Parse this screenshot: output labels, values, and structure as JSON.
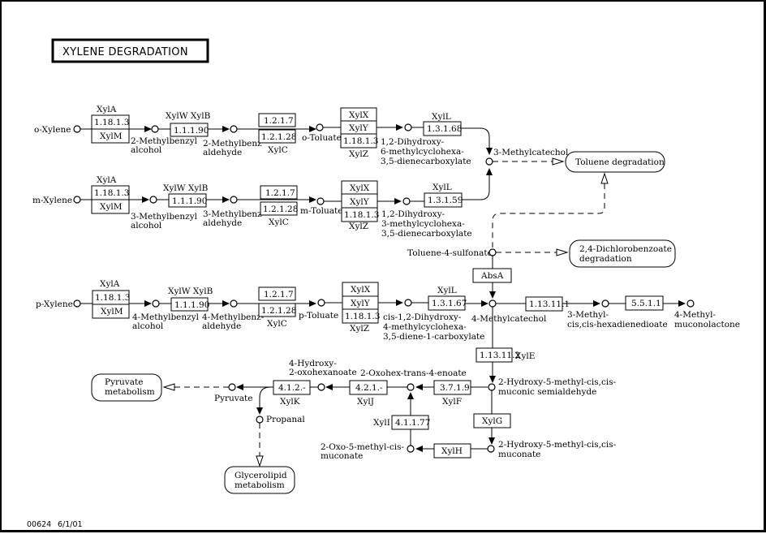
{
  "title": "XYLENE DEGRADATION",
  "footer": {
    "map_id": "00624",
    "date": "6/1/01"
  },
  "rows": {
    "o": {
      "substrate": "o-Xylene",
      "gene_top": "XylA",
      "ec1": "1.18.1.3",
      "gene_bottom": "XylM",
      "alcohol": [
        "2-Methylbenzyl",
        "alcohol"
      ],
      "genes2": "XylW XylB",
      "ec2": "1.1.1.90",
      "aldehyde": [
        "2-Methylbenz",
        "aldehyde"
      ],
      "ec3a": "1.2.1.7",
      "ec3b": "1.2.1.28",
      "gene3": "XylC",
      "toluate": "o-Toluate",
      "xylx": "XylX",
      "xyly": "XylY",
      "ec4": "1.18.1.3",
      "xylz": "XylZ",
      "diol": [
        "1,2-Dihydroxy-",
        "6-methylcyclohexa-",
        "3,5-dienecarboxylate"
      ],
      "gene5": "XylL",
      "ec5": "1.3.1.68"
    },
    "m": {
      "substrate": "m-Xylene",
      "gene_top": "XylA",
      "ec1": "1.18.1.3",
      "gene_bottom": "XylM",
      "alcohol": [
        "3-Methylbenzyl",
        "alcohol"
      ],
      "genes2": "XylW XylB",
      "ec2": "1.1.1.90",
      "aldehyde": [
        "3-Methylbenz-",
        "aldehyde"
      ],
      "ec3a": "1.2.1.7",
      "ec3b": "1.2.1.28",
      "gene3": "XylC",
      "toluate": "m-Toluate",
      "xylx": "XylX",
      "xyly": "XylY",
      "ec4": "1.18.1.3",
      "xylz": "XylZ",
      "diol": [
        "1,2-Dihydroxy-",
        "3-methylcyclohexa-",
        "3,5-dienecarboxylate"
      ],
      "gene5": "XylL",
      "ec5": "1.3.1.59"
    },
    "p": {
      "substrate": "p-Xylene",
      "gene_top": "XylA",
      "ec1": "1.18.1.3",
      "gene_bottom": "XylM",
      "alcohol": [
        "4-Methylbenzyl",
        "alcohol"
      ],
      "genes2": "XylW XylB",
      "ec2": "1.1.1.90",
      "aldehyde": [
        "4-Methylbenz-",
        "aldehyde"
      ],
      "ec3a": "1.2.1.7",
      "ec3b": "1.2.1.28",
      "gene3": "XylC",
      "toluate": "p-Toluate",
      "xylx": "XylX",
      "xyly": "XylY",
      "ec4": "1.18.1.3",
      "xylz": "XylZ",
      "diol": [
        "cis-1,2-Dihydroxy-",
        "4-methylcyclohexa-",
        "3,5-diene-1-carboxylate"
      ],
      "gene5": "XylL",
      "ec5": "1.3.1.67"
    }
  },
  "compounds": {
    "methylcatechol3": "3-Methylcatechol",
    "toluene4sulfonate": "Toluene-4-sulfonate",
    "methylcatechol4": "4-Methylcatechol",
    "hexadienedioate": [
      "3-Methyl-",
      "cis,cis-hexadienedioate"
    ],
    "muconolactone": [
      "4-Methyl-",
      "muconolactone"
    ],
    "semialdehyde": [
      "2-Hydroxy-5-methyl-cis,cis-",
      "muconic semialdehyde"
    ],
    "muconate": [
      "2-Hydroxy-5-methyl-cis,cis-",
      "muconate"
    ],
    "oxohexenoate": "2-Oxohex-trans-4-enoate",
    "oxomuconate": [
      "2-Oxo-5-methyl-cis-",
      "muconate"
    ],
    "hydroxyoxohexanoate": [
      "4-Hydroxy-",
      "2-oxohexanoate"
    ],
    "pyruvate": "Pyruvate",
    "propanal": "Propanal"
  },
  "enzymes": {
    "absa": "AbsA",
    "ec_1_13_11_1": "1.13.11.1",
    "ec_5_5_1_1": "5.5.1.1",
    "ec_1_13_11_2": "1.13.11.2",
    "xyle": "XylE",
    "xylg": "XylG",
    "xylh": "XylH",
    "ec_3_7_1_9": "3.7.1.9",
    "xylf": "XylF",
    "ec_4_1_1_77": "4.1.1.77",
    "xyli": "XylI",
    "ec_4_2_1": "4.2.1.-",
    "xylj": "XylJ",
    "ec_4_1_2": "4.1.2.-",
    "xylk": "XylK"
  },
  "maps": {
    "toluene": [
      "Toluene degradation"
    ],
    "dichlorobenzoate": [
      "2,4-Dichlorobenzoate",
      "degradation"
    ],
    "pyruvate": [
      "Pyruvate",
      "metabolism"
    ],
    "glycerolipid": [
      "Glycerolipid",
      "metabolism"
    ]
  }
}
